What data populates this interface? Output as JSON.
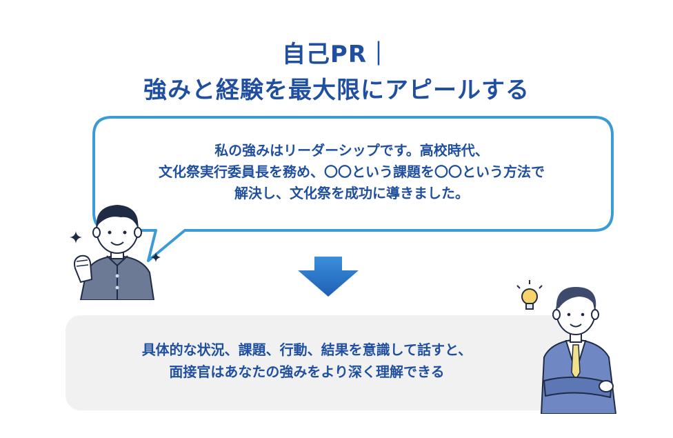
{
  "title": {
    "line1": "自己PR｜",
    "line2": "強みと経験を最大限にアピールする"
  },
  "speech": {
    "lines": [
      "私の強みはリーダーシップです。高校時代、",
      "文化祭実行委員長を務め、〇〇という課題を〇〇という方法で",
      "解決し、文化祭を成功に導きました。"
    ]
  },
  "advice": {
    "lines": [
      "具体的な状況、課題、行動、結果を意識して話すと、",
      "面接官はあなたの強みをより深く理解できる"
    ]
  },
  "colors": {
    "title": "#1f4f9e",
    "bubble_border": "#3a9bd6",
    "arrow": "#2a6fc7",
    "box_bg": "#f1f1f2"
  },
  "icons": [
    "student-illustration",
    "businessman-illustration",
    "lightbulb-icon",
    "sparkle-icon",
    "down-arrow-icon"
  ]
}
